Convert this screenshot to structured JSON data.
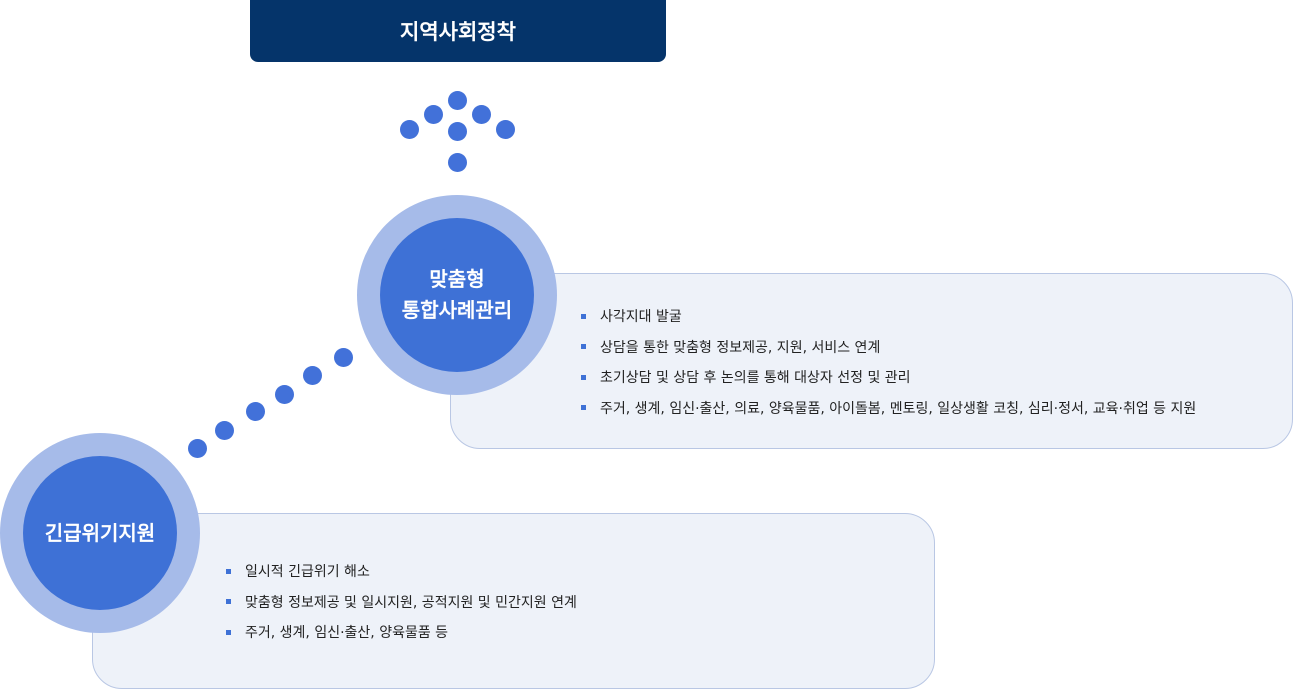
{
  "title": "지역사회정착",
  "stages": [
    {
      "name_lines": [
        "맞춤형",
        "통합사례관리"
      ],
      "items": [
        "사각지대 발굴",
        "상담을 통한 맞춤형 정보제공, 지원, 서비스 연계",
        "초기상담 및 상담 후 논의를 통해 대상자 선정 및 관리",
        "주거, 생계, 임신·출산, 의료, 양육물품, 아이돌봄, 멘토링, 일상생활 코칭, 심리·정서, 교육·취업 등 지원"
      ]
    },
    {
      "name_lines": [
        "긴급위기지원"
      ],
      "items": [
        "일시적 긴급위기 해소",
        "맞춤형 정보제공 및 일시지원, 공적지원 및 민간지원 연계",
        "주거, 생계, 임신·출산, 양육물품 등"
      ]
    }
  ],
  "colors": {
    "navy": "#05346a",
    "accent": "#3e71d6",
    "ring": "#a6bbe9",
    "box": "#eef2f9"
  }
}
